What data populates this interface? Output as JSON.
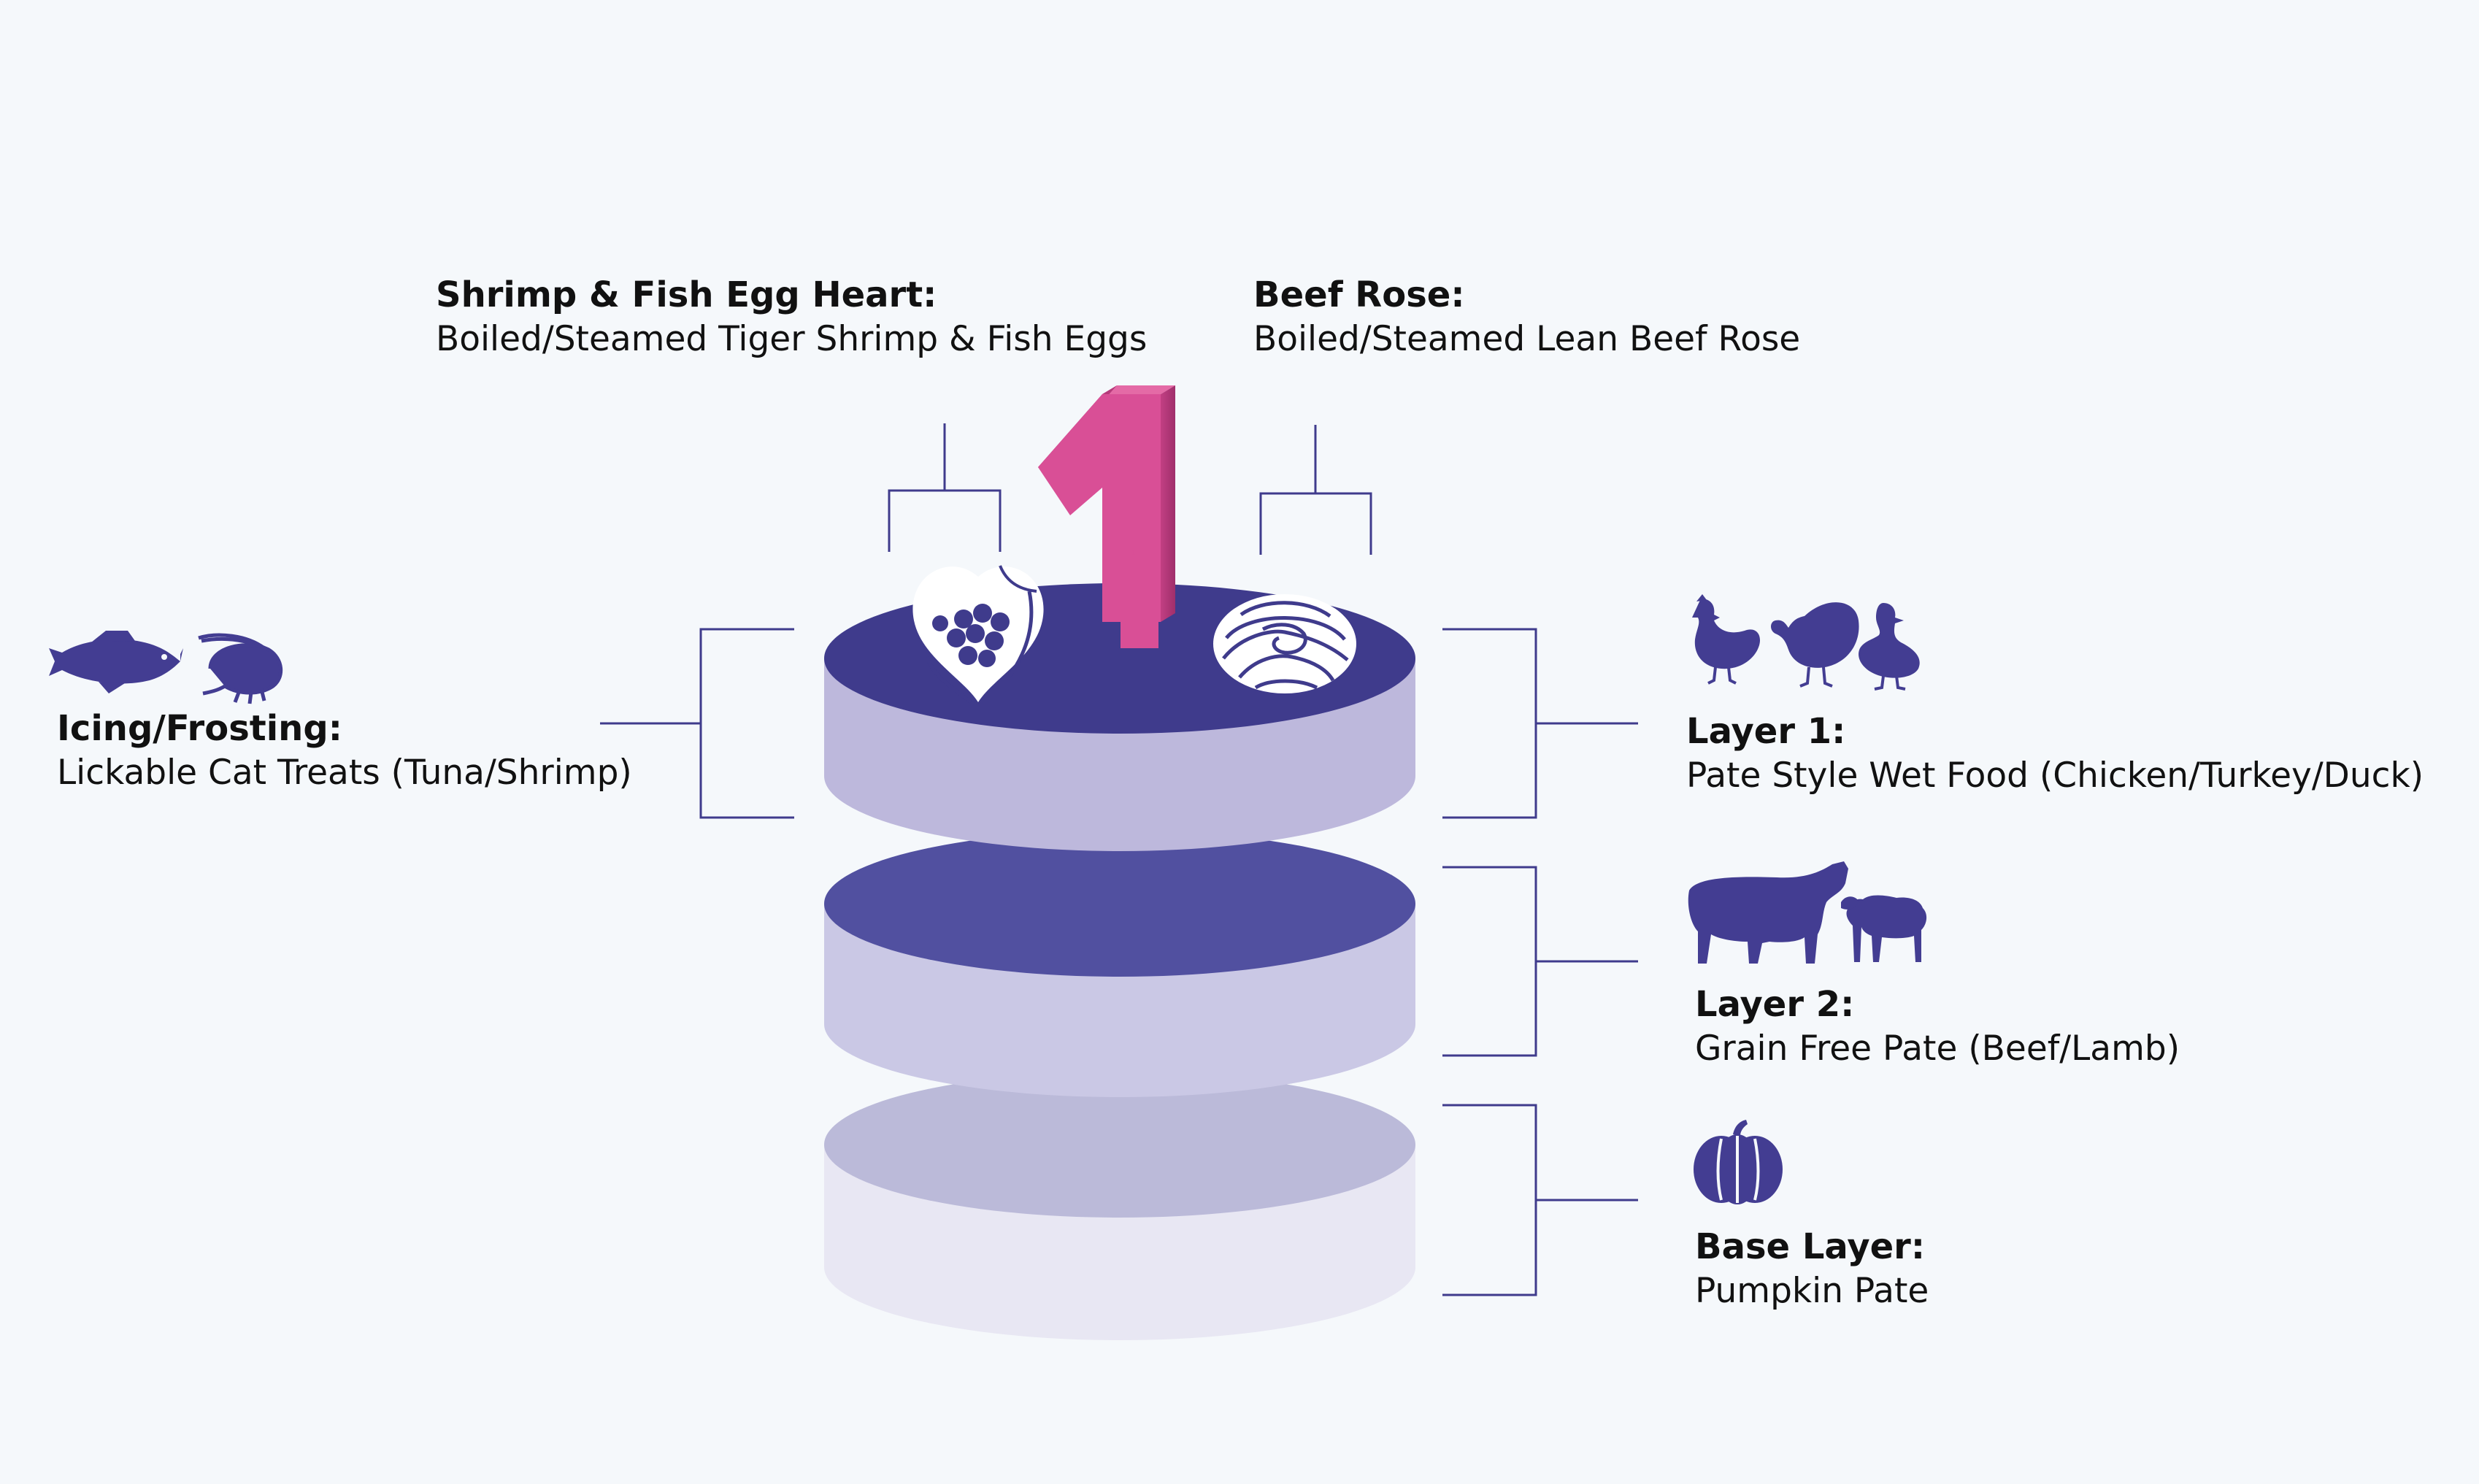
{
  "labels": {
    "heart": {
      "title": "Shrimp & Fish Egg Heart:",
      "desc": "Boiled/Steamed Tiger Shrimp & Fish Eggs"
    },
    "rose": {
      "title": "Beef Rose:",
      "desc": "Boiled/Steamed Lean Beef Rose"
    },
    "icing": {
      "title": "Icing/Frosting:",
      "desc": "Lickable Cat Treats (Tuna/Shrimp)"
    },
    "layer1": {
      "title": "Layer 1:",
      "desc": "Pate Style Wet Food (Chicken/Turkey/Duck)"
    },
    "layer2": {
      "title": "Layer 2:",
      "desc": "Grain Free Pate (Beef/Lamb)"
    },
    "base": {
      "title": "Base Layer:",
      "desc": "Pumpkin Pate"
    }
  },
  "candle": {
    "text": "1"
  },
  "icons": {
    "icing": [
      "fish-icon",
      "shrimp-icon"
    ],
    "layer1": [
      "chicken-icon",
      "turkey-icon",
      "duck-icon"
    ],
    "layer2": [
      "cow-icon",
      "sheep-icon"
    ],
    "base": [
      "pumpkin-icon"
    ],
    "topping": [
      "shrimp-heart-icon",
      "beef-rose-icon"
    ]
  },
  "colors": {
    "line": "#3f3b8c",
    "icon": "#433d92",
    "top_tier_top": "#3f3b8c",
    "top_tier_side": "#bdb8dc",
    "mid_tier_top": "#5150a0",
    "mid_tier_side": "#cac8e5",
    "base_tier_top": "#bbbad9",
    "base_tier_side": "#e8e7f3",
    "candle": "#d94f96"
  }
}
